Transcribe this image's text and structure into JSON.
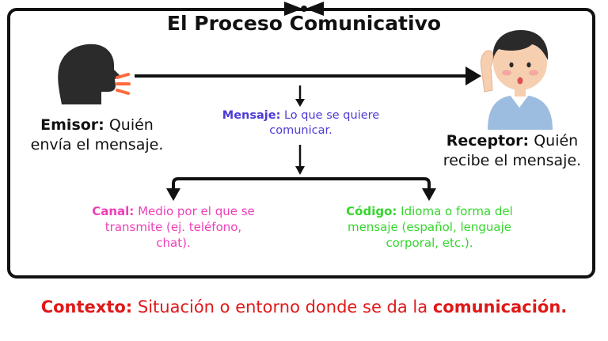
{
  "title": "El Proceso Comunicativo",
  "emisor": {
    "label": "Emisor:",
    "text": "Quién",
    "text2": "envía el mensaje."
  },
  "receptor": {
    "label": "Receptor:",
    "text": "Quién",
    "text2": "recibe el mensaje."
  },
  "mensaje": {
    "label": "Mensaje:",
    "text": "Lo que se quiere",
    "text2": "comunicar."
  },
  "canal": {
    "label": "Canal:",
    "text": "Medio por el que se",
    "text2": "transmite (ej. teléfono,",
    "text3": "chat)."
  },
  "codigo": {
    "label": "Código:",
    "text": "Idioma o forma del",
    "text2": "mensaje (español, lenguaje",
    "text3": "corporal, etc.)."
  },
  "contexto": {
    "label": "Contexto:",
    "text": "Situación o entorno donde se da la",
    "emphasis": "comunicación."
  },
  "colors": {
    "mensaje": "#4b3cd6",
    "canal": "#ee3fb7",
    "codigo": "#35d62c",
    "contexto": "#e01818",
    "lines": "#111111"
  },
  "icons": [
    "speaking-head-icon",
    "listening-person-icon",
    "bowtie-icon"
  ]
}
